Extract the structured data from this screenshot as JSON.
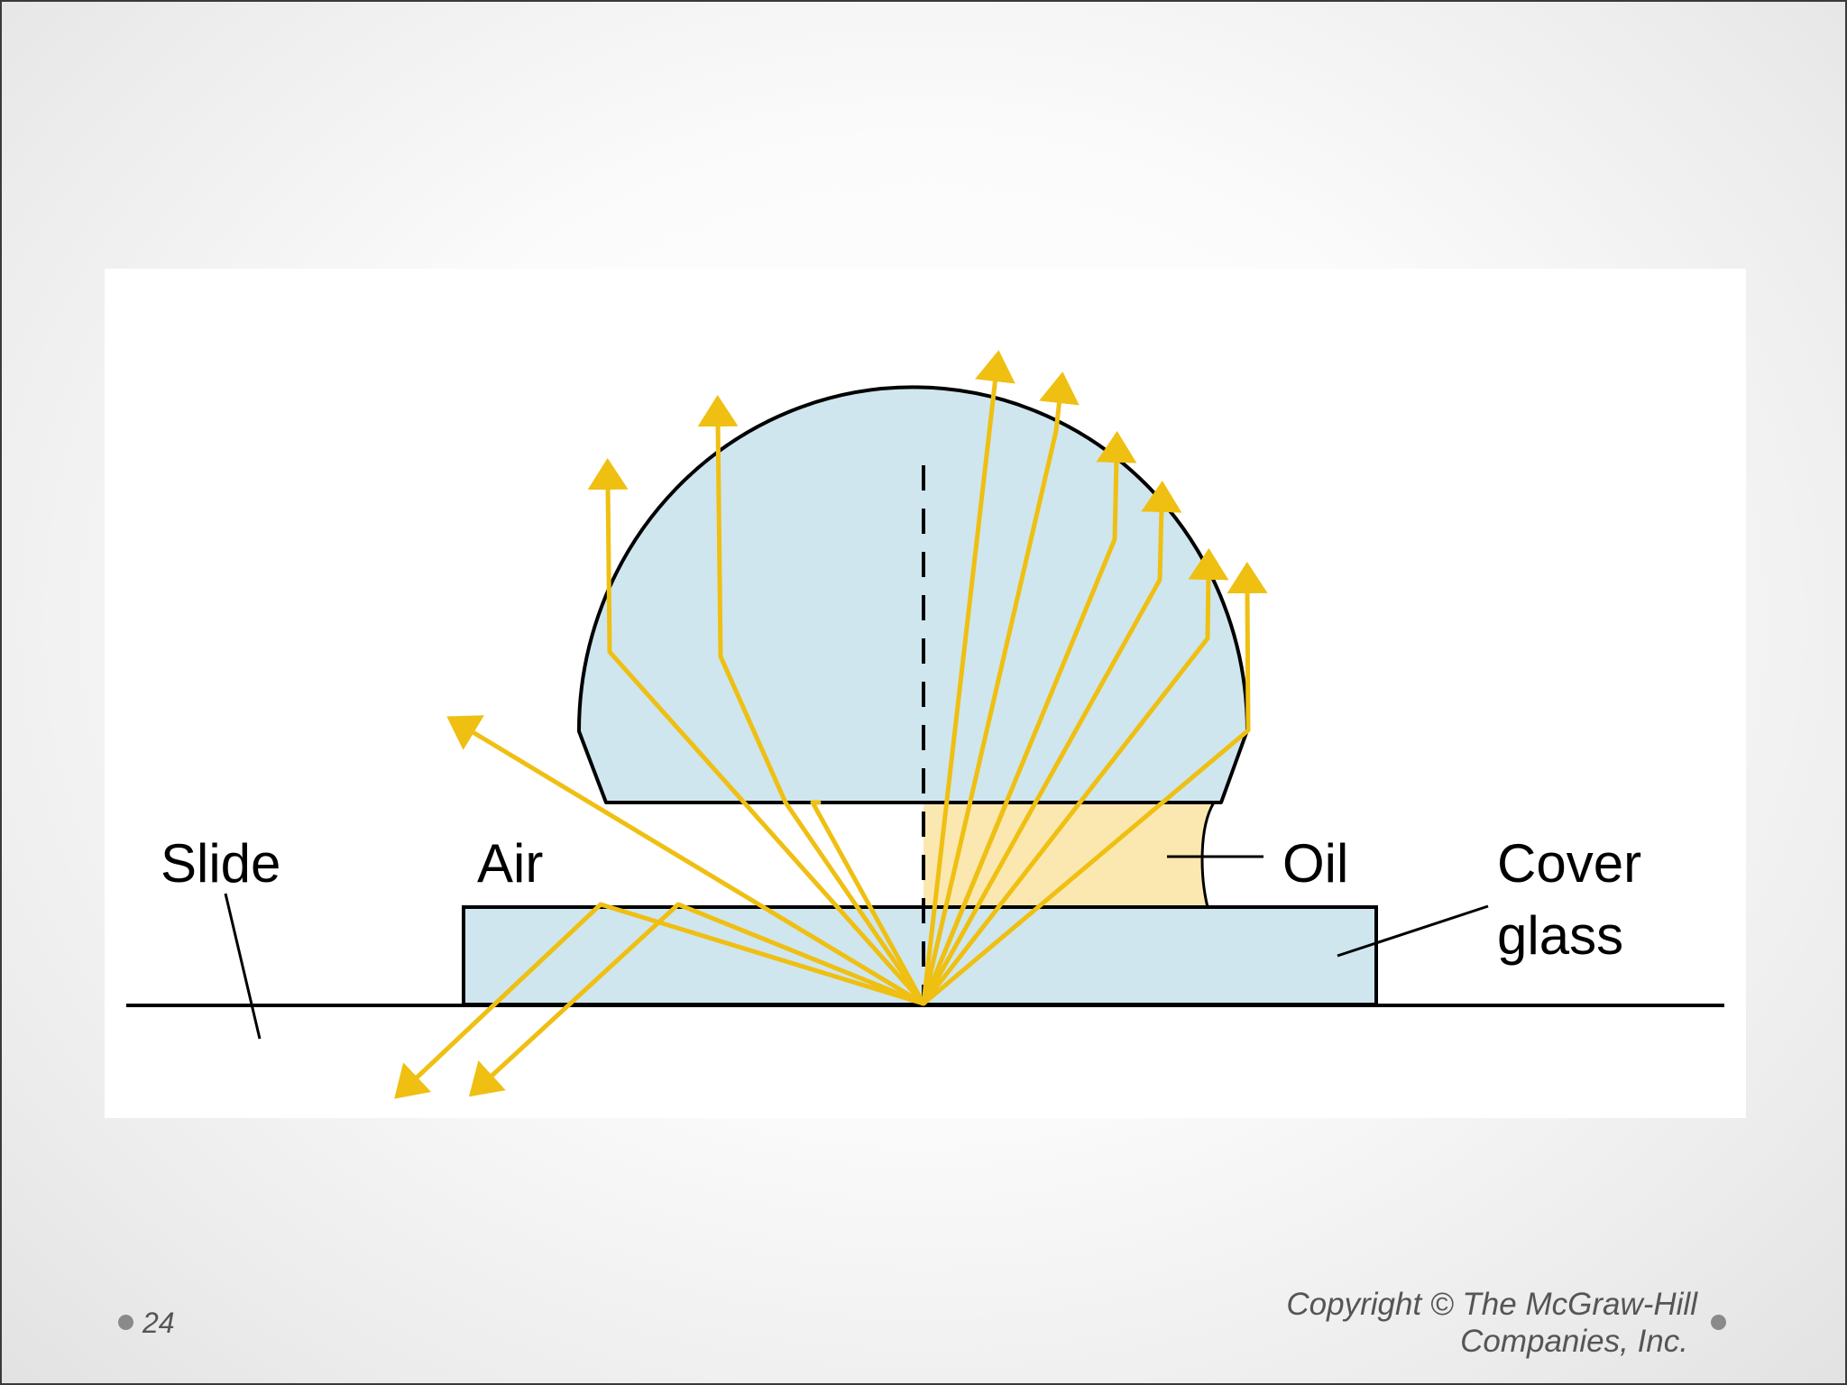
{
  "diagram": {
    "labels": {
      "slide": "Slide",
      "air": "Air",
      "oil": "Oil",
      "cover_glass_line1": "Cover",
      "cover_glass_line2": "glass"
    },
    "colors": {
      "glass": "#cfe6ee",
      "oil": "#fbe8b0",
      "light_ray": "#efbf12",
      "outline": "#000000"
    }
  },
  "footer": {
    "slide_number": "24",
    "copyright_line1": "Copyright © The McGraw-Hill",
    "copyright_line2": "Companies, Inc."
  }
}
